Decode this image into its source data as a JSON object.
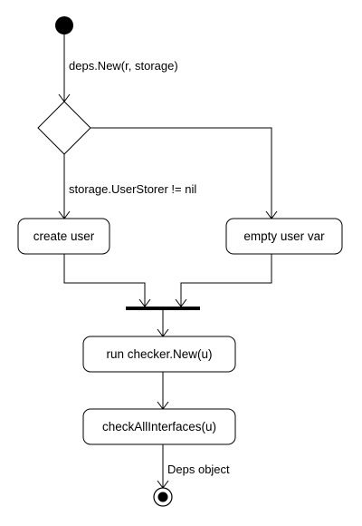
{
  "edges": {
    "start_label": "deps.New(r, storage)",
    "decision_label": "storage.UserStorer != nil",
    "end_label": "Deps object"
  },
  "nodes": {
    "create_user": "create user",
    "empty_user_var": "empty user var",
    "run_checker": "run checker.New(u)",
    "check_all": "checkAllInterfaces(u)"
  },
  "colors": {
    "line": "#000000",
    "fill": "#ffffff"
  }
}
